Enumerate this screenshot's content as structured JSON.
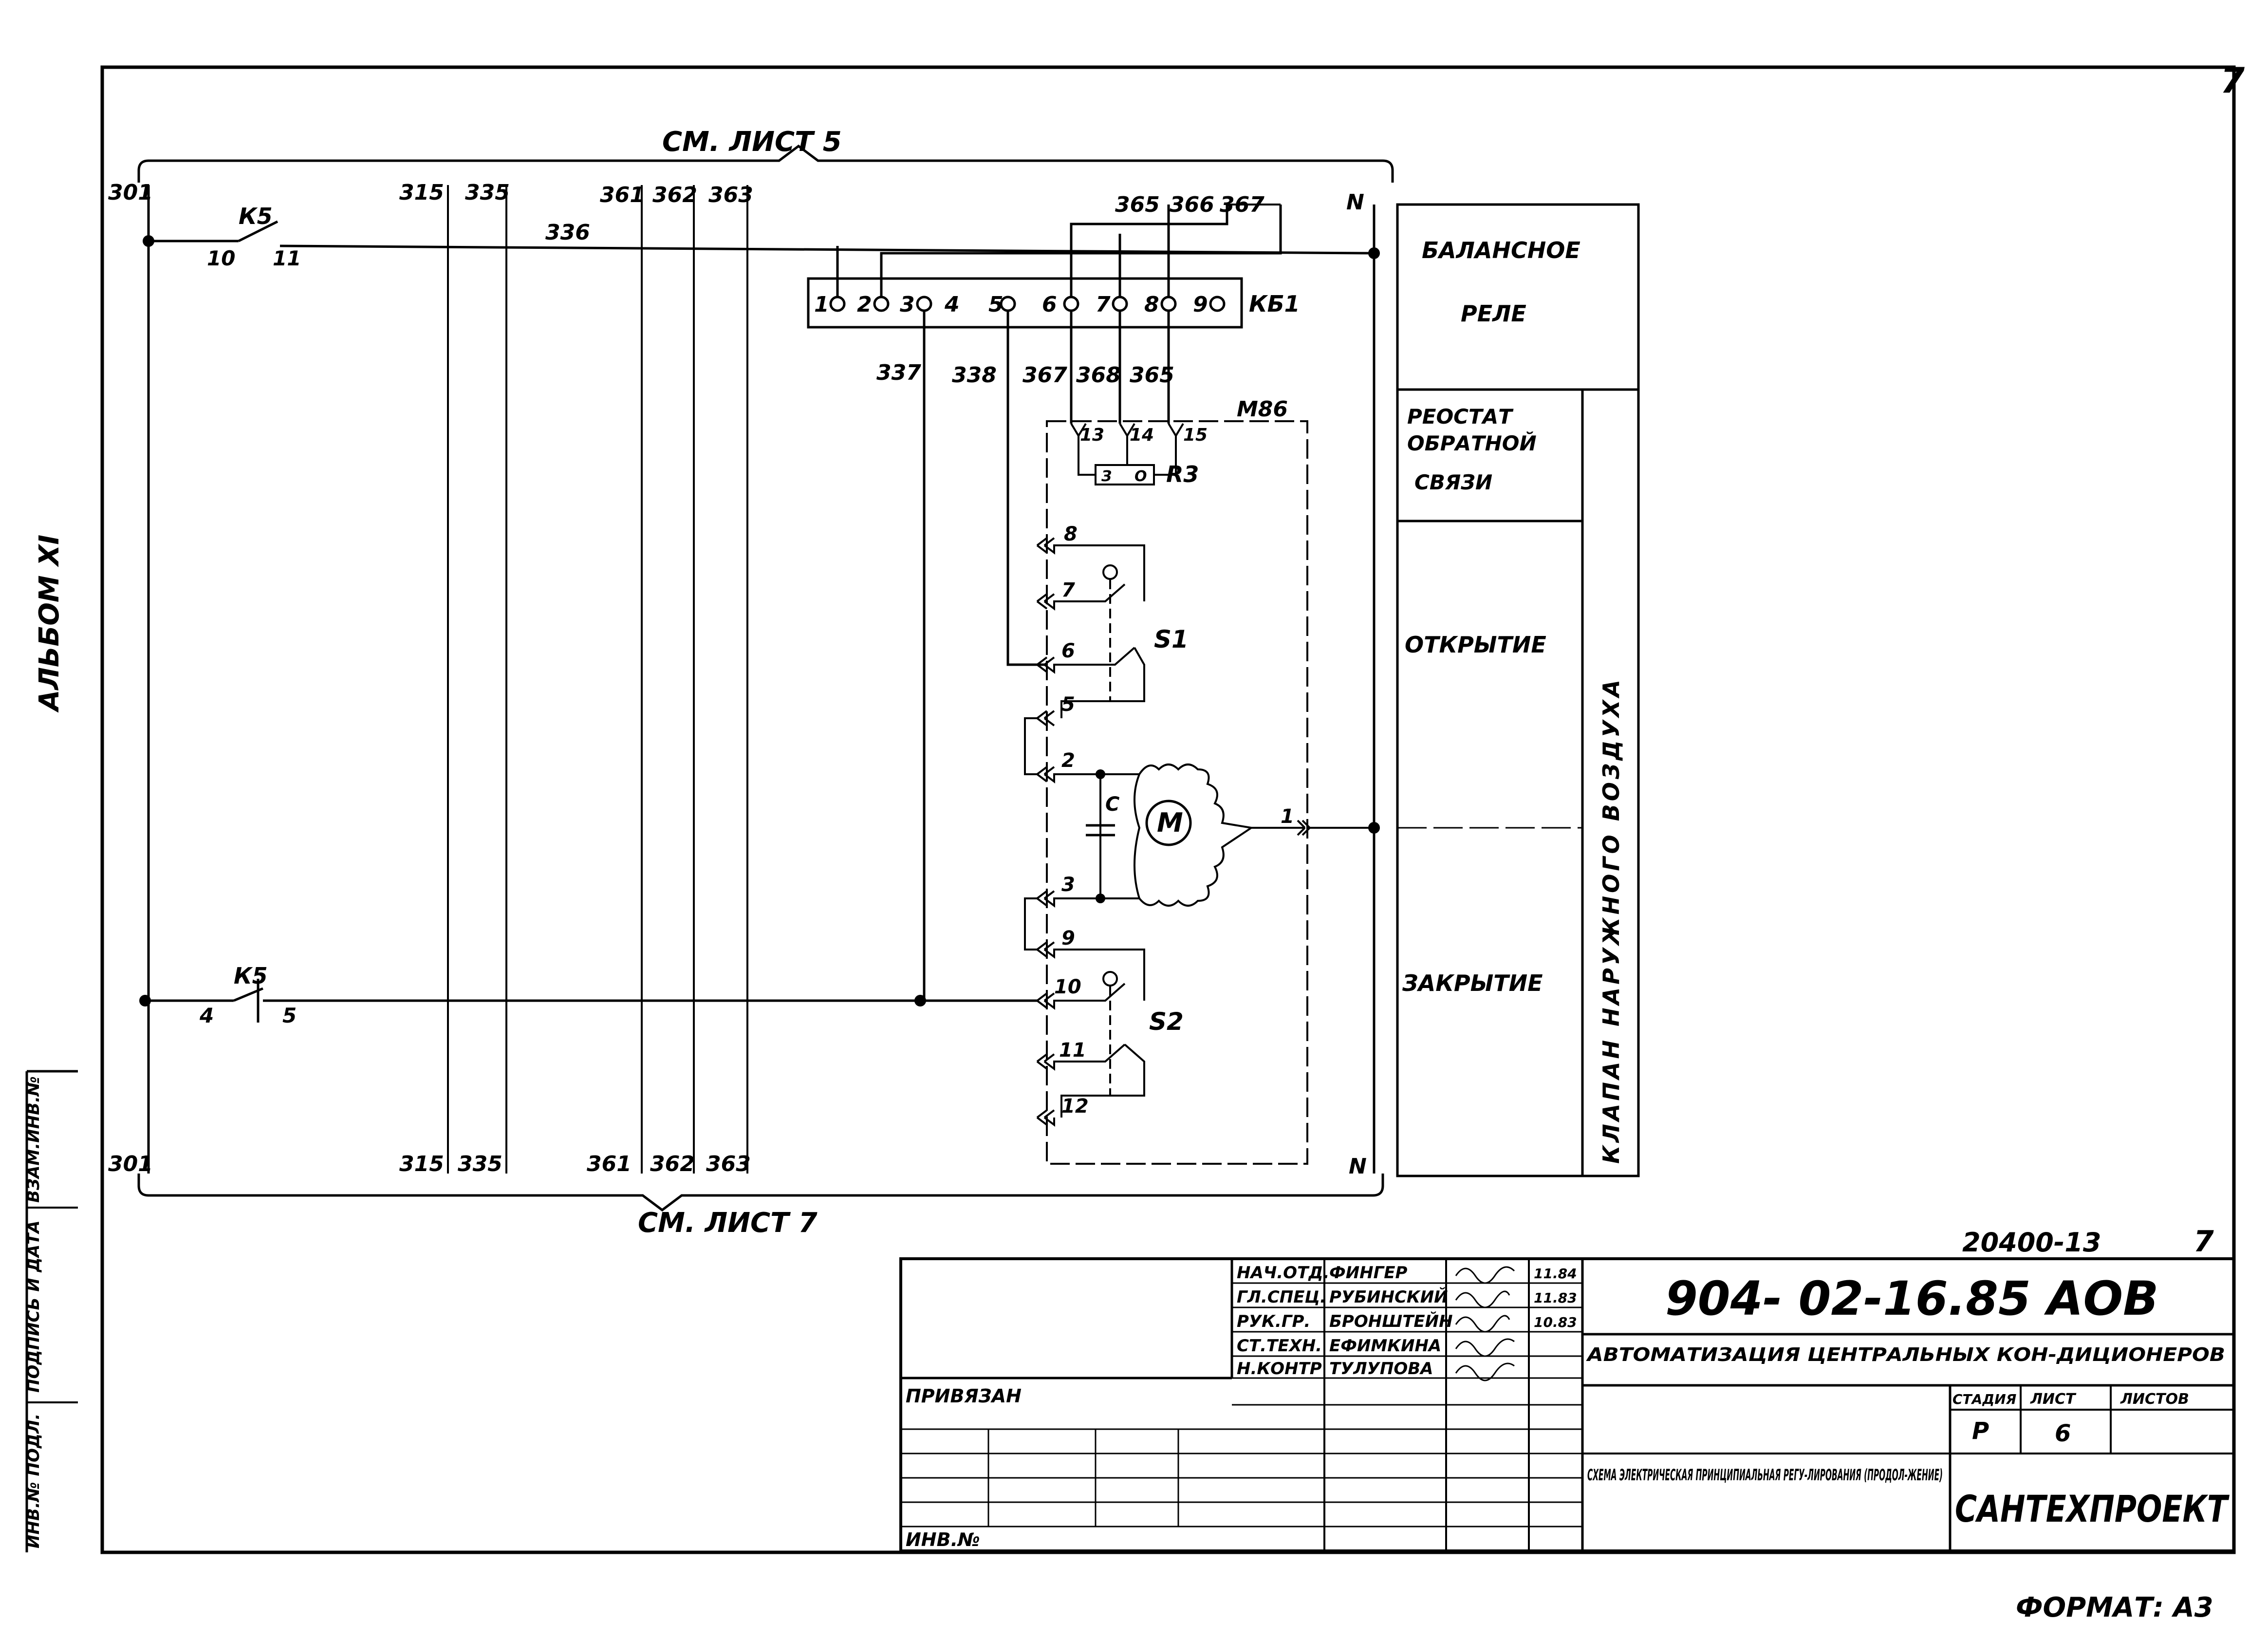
{
  "sheet": {
    "page_number": "7",
    "side_album_label": "АЛЬБОМ XI",
    "format_label": "ФОРМАТ: А3",
    "ref_top": "СМ. ЛИСТ 5",
    "ref_bottom": "СМ. ЛИСТ 7"
  },
  "bus": {
    "top_numbers": [
      "301",
      "315",
      "335",
      "361",
      "362",
      "363",
      "365",
      "366",
      "367",
      "N"
    ],
    "bottom_numbers": [
      "301",
      "315",
      "335",
      "361",
      "362",
      "363",
      "N"
    ],
    "wire_top": "336",
    "drop_numbers": [
      "337",
      "338",
      "367",
      "368",
      "365"
    ]
  },
  "relay_kb1": {
    "name": "КБ1",
    "terminals": [
      "1",
      "2",
      "3",
      "4",
      "5",
      "6",
      "7",
      "8",
      "9"
    ]
  },
  "contacts": {
    "k5_top": {
      "name": "К5",
      "pins": [
        "10",
        "11"
      ]
    },
    "k5_bottom": {
      "name": "К5",
      "pins": [
        "4",
        "5"
      ]
    }
  },
  "actuator": {
    "name": "М86",
    "pot_pins": [
      "13",
      "14",
      "15"
    ],
    "pot_name": "R3",
    "pot_scale": [
      "З",
      "О"
    ],
    "s1_name": "S1",
    "s2_name": "S2",
    "pins": [
      "8",
      "7",
      "6",
      "5",
      "2",
      "1",
      "3",
      "9",
      "10",
      "11",
      "12"
    ],
    "cap_label": "С",
    "motor_label": "М"
  },
  "legend": {
    "balance_line1": "БАЛАНСНОЕ",
    "balance_line2": "РЕЛЕ",
    "rheo_line1": "РЕОСТАТ",
    "rheo_line2": "ОБРАТНОЙ",
    "rheo_line3": "СВЯЗИ",
    "open": "ОТКРЫТИЕ",
    "close": "ЗАКРЫТИЕ",
    "vertical": "КЛАПАН НАРУЖНОГО ВОЗДУХА"
  },
  "stamp": {
    "archive_no": "20400-13",
    "sheet_no": "7",
    "doc_code": "904- 02-16.85 АОВ",
    "project_title": "АВТОМАТИЗАЦИЯ ЦЕНТРАЛЬНЫХ КОН-ДИЦИОНЕРОВ",
    "sheet_title": "СХЕМА ЭЛЕКТРИЧЕСКАЯ ПРИНЦИПИАЛЬНАЯ РЕГУ-ЛИРОВАНИЯ (ПРОДОЛ-ЖЕНИЕ)",
    "org": "САНТЕХПРОЕКТ",
    "bound_label": "ПРИВЯЗАН",
    "inv_label": "ИНВ.№",
    "col_stage": "СТАДИЯ",
    "col_sheet": "ЛИСТ",
    "col_sheets": "ЛИСТОВ",
    "stage": "Р",
    "sheet": "6",
    "signers": [
      {
        "role": "НАЧ.ОТД.",
        "name": "ФИНГЕР",
        "date": "11.84"
      },
      {
        "role": "ГЛ.СПЕЦ.",
        "name": "РУБИНСКИЙ",
        "date": "11.83"
      },
      {
        "role": "РУК.ГР.",
        "name": "БРОНШТЕЙН",
        "date": "10.83"
      },
      {
        "role": "СТ.ТЕХН.",
        "name": "ЕФИМКИНА",
        "date": ""
      },
      {
        "role": "Н.КОНТР",
        "name": "ТУЛУПОВА",
        "date": ""
      }
    ]
  },
  "left_strip": {
    "labels": [
      "ВЗАМ.ИНВ.№",
      "ПОДПИСЬ И ДАТА",
      "ИНВ.№ ПОДЛ."
    ]
  }
}
